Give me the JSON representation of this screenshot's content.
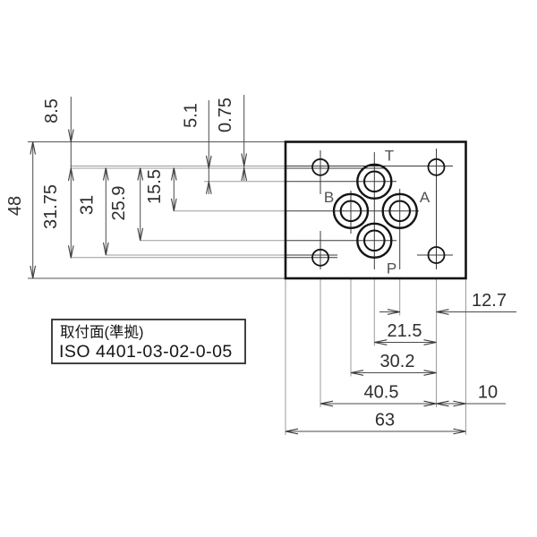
{
  "drawing": {
    "title_note": {
      "line1": "取付面(準拠)",
      "line2": "ISO 4401-03-02-0-05"
    },
    "ports": {
      "top": "T",
      "right": "A",
      "left": "B",
      "bottom": "P"
    },
    "dimensions": {
      "edge_to_bolt_row": "8.5",
      "bolt_row_offset": "0.75",
      "bolt_row_to_t_port": "5.1",
      "plate_height": "48",
      "bolt_span_left": "31.75",
      "bolt_span_right": "31",
      "bolt_row_to_p_port": "25.9",
      "bolt_row_to_ab_ports": "15.5",
      "a_port_to_bolt_col": "12.7",
      "tp_axis_to_bolt_col": "21.5",
      "b_port_to_bolt_col": "30.2",
      "bolt_col_span": "40.5",
      "bolt_col_to_edge": "10",
      "plate_width": "63"
    },
    "colors": {
      "plate_outline": "#141414",
      "dimension_line": "#4a4a4a",
      "extension_line": "#9b9b9b",
      "dimension_text": "#2e2e2e",
      "port_label_text": "#4f4f4f",
      "note_text": "#151515",
      "background": "#ffffff"
    }
  }
}
